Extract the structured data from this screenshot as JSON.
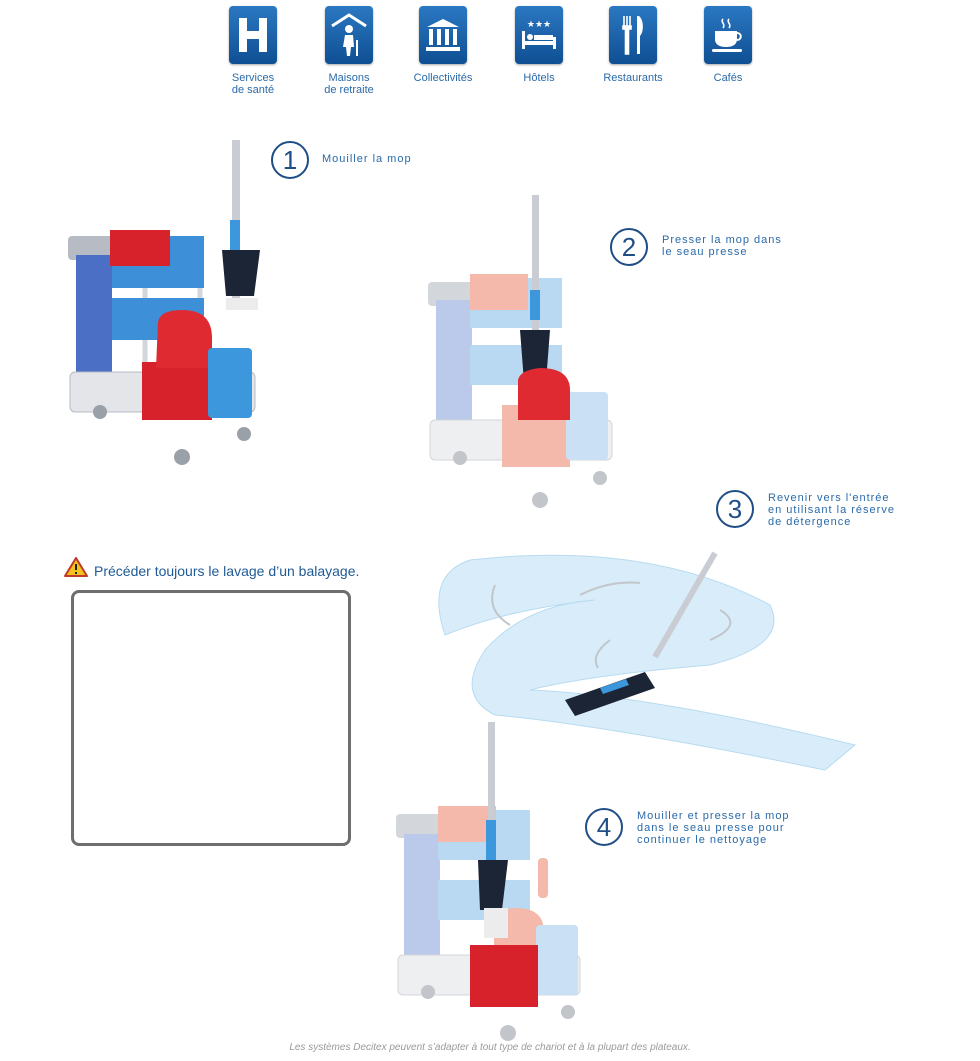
{
  "categories": [
    {
      "label": "Services\nde santé",
      "icon": "hospital-h-icon"
    },
    {
      "label": "Maisons\nde retraite",
      "icon": "elderly-person-icon"
    },
    {
      "label": "Collectivités",
      "icon": "public-building-icon"
    },
    {
      "label": "Hôtels",
      "icon": "hotel-bed-icon"
    },
    {
      "label": "Restaurants",
      "icon": "fork-knife-icon"
    },
    {
      "label": "Cafés",
      "icon": "coffee-cup-icon"
    }
  ],
  "steps": [
    {
      "number": "1",
      "text": "Mouiller la mop"
    },
    {
      "number": "2",
      "text": "Presser la mop dans\nle seau presse"
    },
    {
      "number": "3",
      "text": "Revenir vers l'entrée\nen utilisant la réserve\nde détergence"
    },
    {
      "number": "4",
      "text": "Mouiller et presser la mop\ndans le seau presse pour\ncontinuer le nettoyage"
    }
  ],
  "warning": {
    "text": "Précéder toujours le lavage d’un balayage.",
    "icon": "warning-triangle-icon"
  },
  "footer": "Les systèmes Decitex peuvent s’adapter à tout type de chariot et à la plupart des plateaux.",
  "colors": {
    "brand_blue": "#1f5a96",
    "tile_blue": "#1a62ab",
    "bucket_red": "#d8222b",
    "bucket_blue": "#3d97dc",
    "cart_blue": "#4a6fc4",
    "floor_blue": "#d8edf9"
  }
}
